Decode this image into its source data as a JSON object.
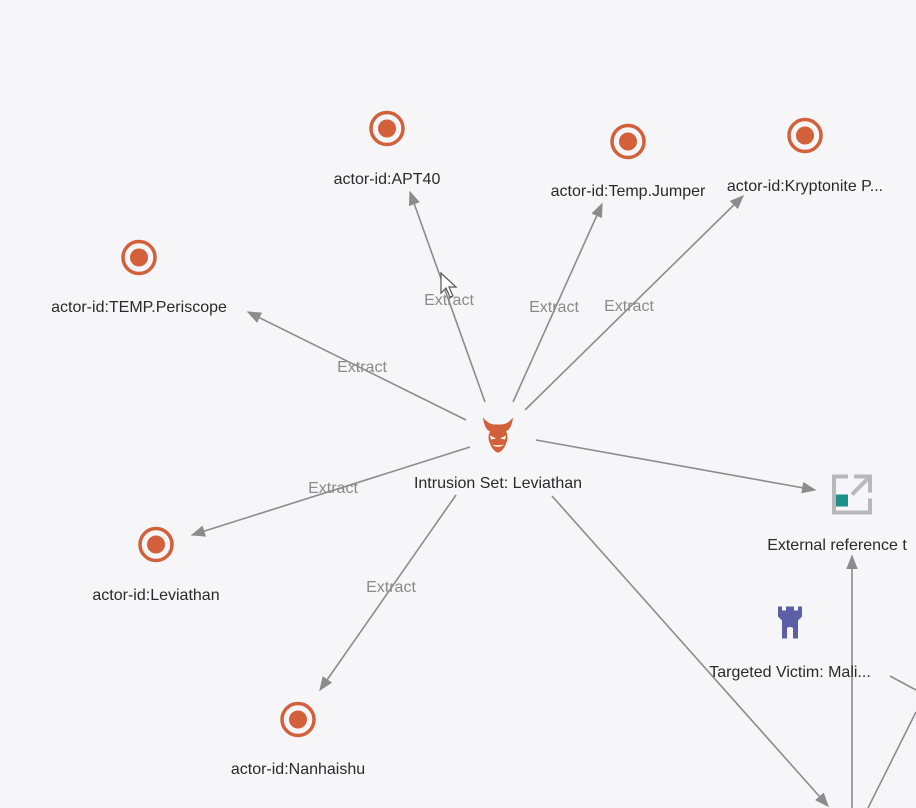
{
  "colors": {
    "actor": "#d2603a",
    "intrusion": "#d2603a",
    "victim": "#5b5fa6",
    "extref_teal": "#1f8f8a",
    "edge": "#8c8c8c"
  },
  "center_node": {
    "label": "Intrusion Set: Leviathan",
    "icon": "devil-icon"
  },
  "nodes": [
    {
      "id": "apt40",
      "label": "actor-id:APT40",
      "icon": "target-icon"
    },
    {
      "id": "temp_jumper",
      "label": "actor-id:Temp.Jumper",
      "icon": "target-icon"
    },
    {
      "id": "kryptonite",
      "label": "actor-id:Kryptonite P...",
      "icon": "target-icon"
    },
    {
      "id": "temp_periscope",
      "label": "actor-id:TEMP.Periscope",
      "icon": "target-icon"
    },
    {
      "id": "leviathan",
      "label": "actor-id:Leviathan",
      "icon": "target-icon"
    },
    {
      "id": "nanhaishu",
      "label": "actor-id:Nanhaishu",
      "icon": "target-icon"
    },
    {
      "id": "extref",
      "label": "External reference t",
      "icon": "external-link-icon"
    },
    {
      "id": "victim",
      "label": "Targeted Victim: Mali...",
      "icon": "castle-icon"
    }
  ],
  "edges": [
    {
      "id": "e_apt40",
      "label": "Extract"
    },
    {
      "id": "e_temp_jumper",
      "label": "Extract"
    },
    {
      "id": "e_kryptonite",
      "label": "Extract"
    },
    {
      "id": "e_temp_periscope",
      "label": "Extract"
    },
    {
      "id": "e_leviathan",
      "label": "Extract"
    },
    {
      "id": "e_nanhaishu",
      "label": "Extract"
    }
  ]
}
